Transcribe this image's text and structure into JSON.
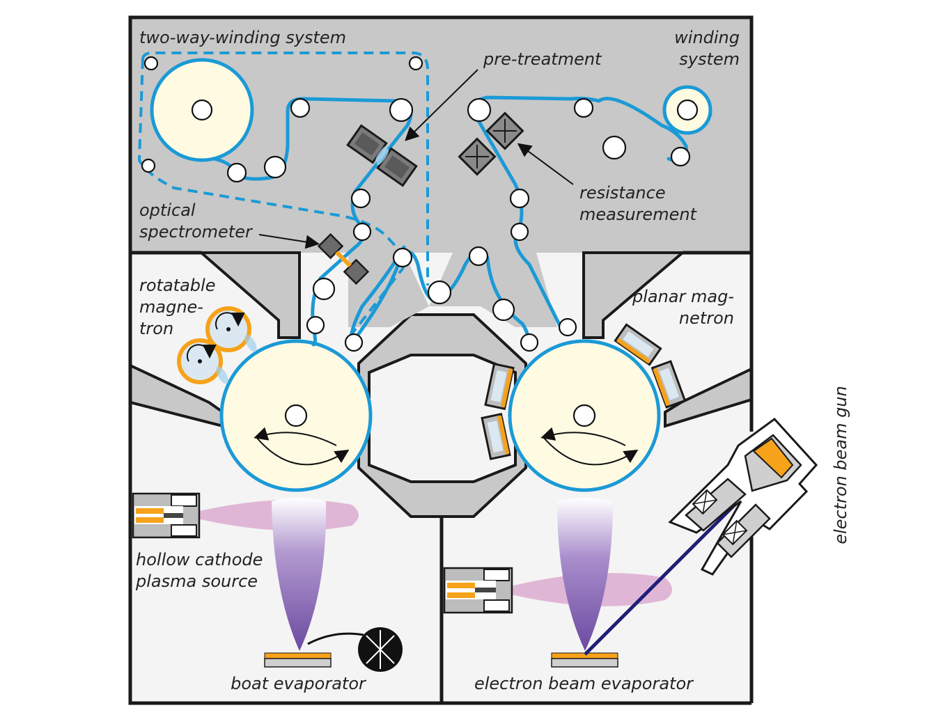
{
  "diagram": {
    "labels": {
      "two_way_winding": "two-way-winding system",
      "winding_1": "winding",
      "winding_2": "system",
      "pretreatment": "pre-treatment",
      "resistance_1": "resistance",
      "resistance_2": "measurement",
      "optical_1": "optical",
      "optical_2": "spectrometer",
      "rotatable_1": "rotatable",
      "rotatable_2": "magne-",
      "rotatable_3": "tron",
      "planar_1": "planar mag-",
      "planar_2": "netron",
      "hollow_1": "hollow cathode",
      "hollow_2": "plasma source",
      "boat": "boat evaporator",
      "ebeam_evap": "electron beam evaporator",
      "ebeam_gun": "electron beam gun"
    },
    "colors": {
      "chamber_upper": "#c8c8c8",
      "chamber_lower": "#f4f4f4",
      "web": "#1b9ad6",
      "drum_fill": "#fefbe2",
      "target_orange": "#f6a21a",
      "plasma_pink": "#d79bc9",
      "plume_purple": "#7e5aa8",
      "beam_navy": "#1e1e78"
    }
  }
}
